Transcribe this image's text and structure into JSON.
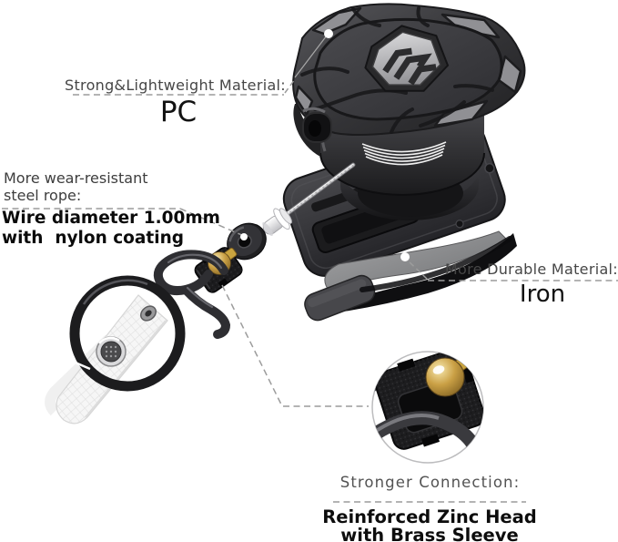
{
  "annotations": {
    "material": {
      "label": "Strong&Lightweight Material:",
      "value": "PC"
    },
    "rope": {
      "label_line1": "More wear-resistant",
      "label_line2": "steel rope:",
      "value_line1": "Wire diameter 1.00mm",
      "value_line2": "with  nylon coating"
    },
    "clip": {
      "label": "More Durable Material:",
      "value": "Iron"
    },
    "connection": {
      "label": "Stronger Connection:",
      "value_line1": "Reinforced Zinc Head",
      "value_line2": "with Brass Sleeve"
    }
  },
  "icons": {
    "brand_logo": "chevron-emblem",
    "callout_marker": "white-dot"
  },
  "colors": {
    "background": "#ffffff",
    "leader_line": "#9c9c9c",
    "label_text": "#464646",
    "value_text": "#111111",
    "brass": "#c9a346",
    "housing_dark": "#2b2b2d",
    "accent_gray": "#909094"
  }
}
